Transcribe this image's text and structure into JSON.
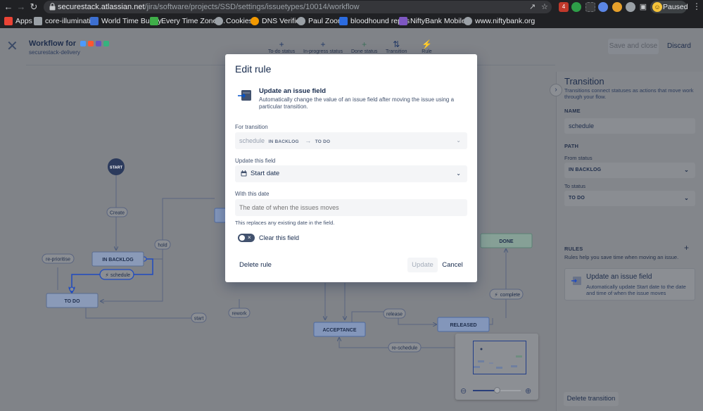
{
  "browser": {
    "url_host": "securestack.atlassian.net",
    "url_path": "/jira/software/projects/SSD/settings/issuetypes/10014/workflow",
    "paused_label": "Paused",
    "extension_badge": "4",
    "bookmarks": [
      {
        "label": "Apps",
        "icon": "apps-grid-icon",
        "color": "#ea4335"
      },
      {
        "label": "core-illumination",
        "icon": "folder-icon",
        "color": "#9aa0a6"
      },
      {
        "label": "World Time Buddy",
        "icon": "clock-icon",
        "color": "#3c6fd1"
      },
      {
        "label": "Every Time Zone:...",
        "icon": "checkbox-icon",
        "color": "#3fae49"
      },
      {
        "label": "Cookies",
        "icon": "gear-icon",
        "color": "#9aa0a6"
      },
      {
        "label": "DNS Verifier",
        "icon": "dns-icon",
        "color": "#f29900"
      },
      {
        "label": "Paul Zoom",
        "icon": "globe-icon",
        "color": "#9aa0a6"
      },
      {
        "label": "bloodhound repos",
        "icon": "bloodhound-icon",
        "color": "#2b6be0"
      },
      {
        "label": "NiftyBank Mobile...",
        "icon": "niftybank-icon",
        "color": "#7e57c2"
      },
      {
        "label": "www.niftybank.org",
        "icon": "globe-icon",
        "color": "#9aa0a6"
      }
    ]
  },
  "header": {
    "title": "Workflow for",
    "subtitle": "securestack-delivery",
    "title_square_colors": [
      "#4c9aff",
      "#ff5630",
      "#6554c0",
      "#36b37e"
    ],
    "toolbar": [
      {
        "label": "To-do status",
        "icon": "plus-icon"
      },
      {
        "label": "In-progress status",
        "icon": "plus-icon"
      },
      {
        "label": "Done status",
        "icon": "plus-icon"
      },
      {
        "label": "Transition",
        "icon": "transition-icon"
      },
      {
        "label": "Rule",
        "icon": "rule-icon"
      }
    ],
    "save_close_label": "Save and close",
    "discard_label": "Discard"
  },
  "diagram": {
    "start_label": "START",
    "statuses": {
      "in_backlog": "IN BACKLOG",
      "to_do": "TO DO",
      "done": "DONE",
      "released": "RELEASED",
      "acceptance": "ACCEPTANCE"
    },
    "transitions": {
      "create": "Create",
      "hold": "hold",
      "reprioritise": "re-prioritise",
      "schedule": "schedule",
      "start": "start",
      "rework": "rework",
      "release": "release",
      "complete": "complete",
      "reschedule": "re-schedule"
    }
  },
  "minimap": {
    "zoom_level": 0.5
  },
  "panel": {
    "title": "Transition",
    "description": "Transitions connect statuses as actions that move work through your flow.",
    "name_label": "NAME",
    "name_value": "schedule",
    "path_label": "PATH",
    "from_status_label": "From status",
    "from_status_value": "IN BACKLOG",
    "to_status_label": "To status",
    "to_status_value": "TO DO",
    "rules_label": "RULES",
    "rules_help": "Rules help you save time when moving an issue.",
    "rule_card_title": "Update an issue field",
    "rule_card_desc": "Automatically update Start date to the date and time of when the issue moves",
    "delete_transition_label": "Delete transition"
  },
  "modal": {
    "title": "Edit rule",
    "action_title": "Update an issue field",
    "action_desc": "Automatically change the value of an issue field after moving the issue using a particular transition.",
    "for_transition_label": "For transition",
    "transition_name": "schedule",
    "transition_from": "IN BACKLOG",
    "transition_to": "TO DO",
    "update_field_label": "Update this field",
    "update_field_value": "Start date",
    "with_date_label": "With this date",
    "date_placeholder": "The date of when the issues moves",
    "hint": "This replaces any existing date in the field.",
    "clear_label": "Clear this field",
    "delete_rule_label": "Delete rule",
    "update_label": "Update",
    "cancel_label": "Cancel"
  }
}
